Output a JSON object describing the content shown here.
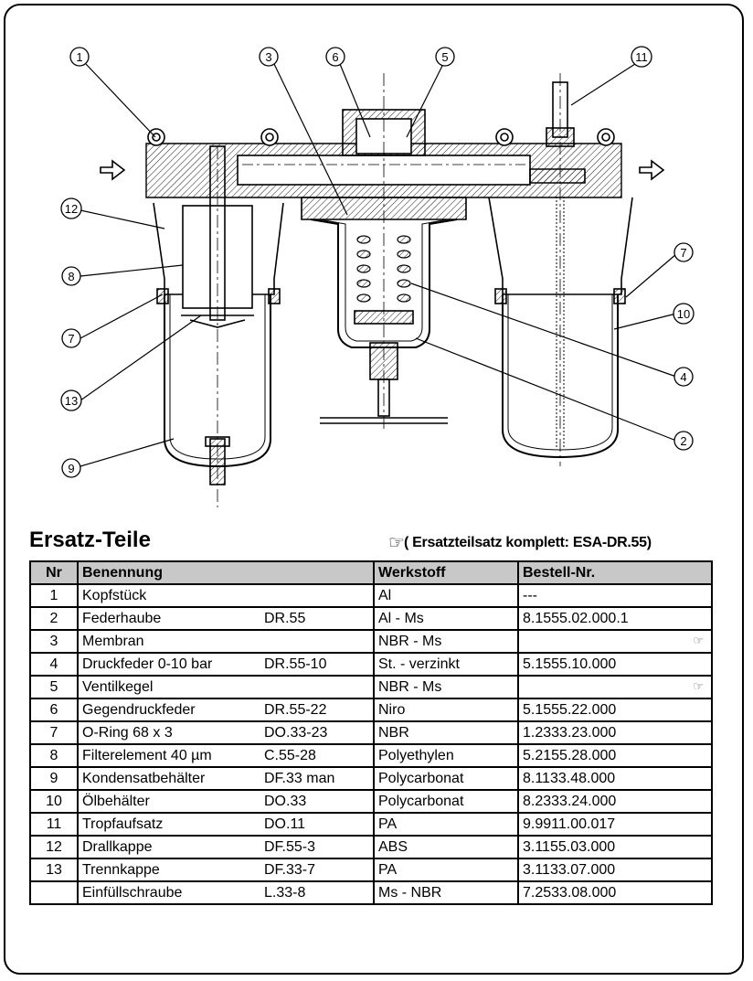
{
  "callouts": [
    "1",
    "3",
    "6",
    "5",
    "11",
    "12",
    "8",
    "7",
    "13",
    "9",
    "7",
    "10",
    "4",
    "2"
  ],
  "icons": {
    "pointer": "pointing-hand-icon"
  },
  "section": {
    "title": "Ersatz-Teile",
    "note": "( Ersatzteilsatz komplett: ESA-DR.55)"
  },
  "table": {
    "headers": {
      "nr": "Nr",
      "name": "Benennung",
      "material": "Werkstoff",
      "order": "Bestell-Nr."
    },
    "rows": [
      {
        "nr": "1",
        "name": "Kopfstück",
        "code": "",
        "material": "Al",
        "order": "---"
      },
      {
        "nr": "2",
        "name": "Federhaube",
        "code": "DR.55",
        "material": "Al - Ms",
        "order": "8.1555.02.000.1"
      },
      {
        "nr": "3",
        "name": "Membran",
        "code": "",
        "material": "NBR - Ms",
        "order": "",
        "pointer": true
      },
      {
        "nr": "4",
        "name": "Druckfeder 0-10 bar",
        "code": "DR.55-10",
        "material": "St. - verzinkt",
        "order": "5.1555.10.000"
      },
      {
        "nr": "5",
        "name": "Ventilkegel",
        "code": "",
        "material": "NBR - Ms",
        "order": "",
        "pointer": true
      },
      {
        "nr": "6",
        "name": "Gegendruckfeder",
        "code": "DR.55-22",
        "material": "Niro",
        "order": "5.1555.22.000"
      },
      {
        "nr": "7",
        "name": "O-Ring 68 x 3",
        "code": "DO.33-23",
        "material": "NBR",
        "order": "1.2333.23.000"
      },
      {
        "nr": "8",
        "name": "Filterelement 40 µm",
        "code": "C.55-28",
        "material": "Polyethylen",
        "order": "5.2155.28.000"
      },
      {
        "nr": "9",
        "name": "Kondensatbehälter",
        "code": "DF.33 man",
        "material": "Polycarbonat",
        "order": "8.1133.48.000"
      },
      {
        "nr": "10",
        "name": "Ölbehälter",
        "code": "DO.33",
        "material": "Polycarbonat",
        "order": "8.2333.24.000"
      },
      {
        "nr": "11",
        "name": "Tropfaufsatz",
        "code": "DO.11",
        "material": "PA",
        "order": "9.9911.00.017"
      },
      {
        "nr": "12",
        "name": "Drallkappe",
        "code": "DF.55-3",
        "material": "ABS",
        "order": "3.1155.03.000"
      },
      {
        "nr": "13",
        "name": "Trennkappe",
        "code": "DF.33-7",
        "material": "PA",
        "order": "3.1133.07.000"
      },
      {
        "nr": "",
        "name": "Einfüllschraube",
        "code": "L.33-8",
        "material": "Ms - NBR",
        "order": "7.2533.08.000"
      }
    ]
  }
}
